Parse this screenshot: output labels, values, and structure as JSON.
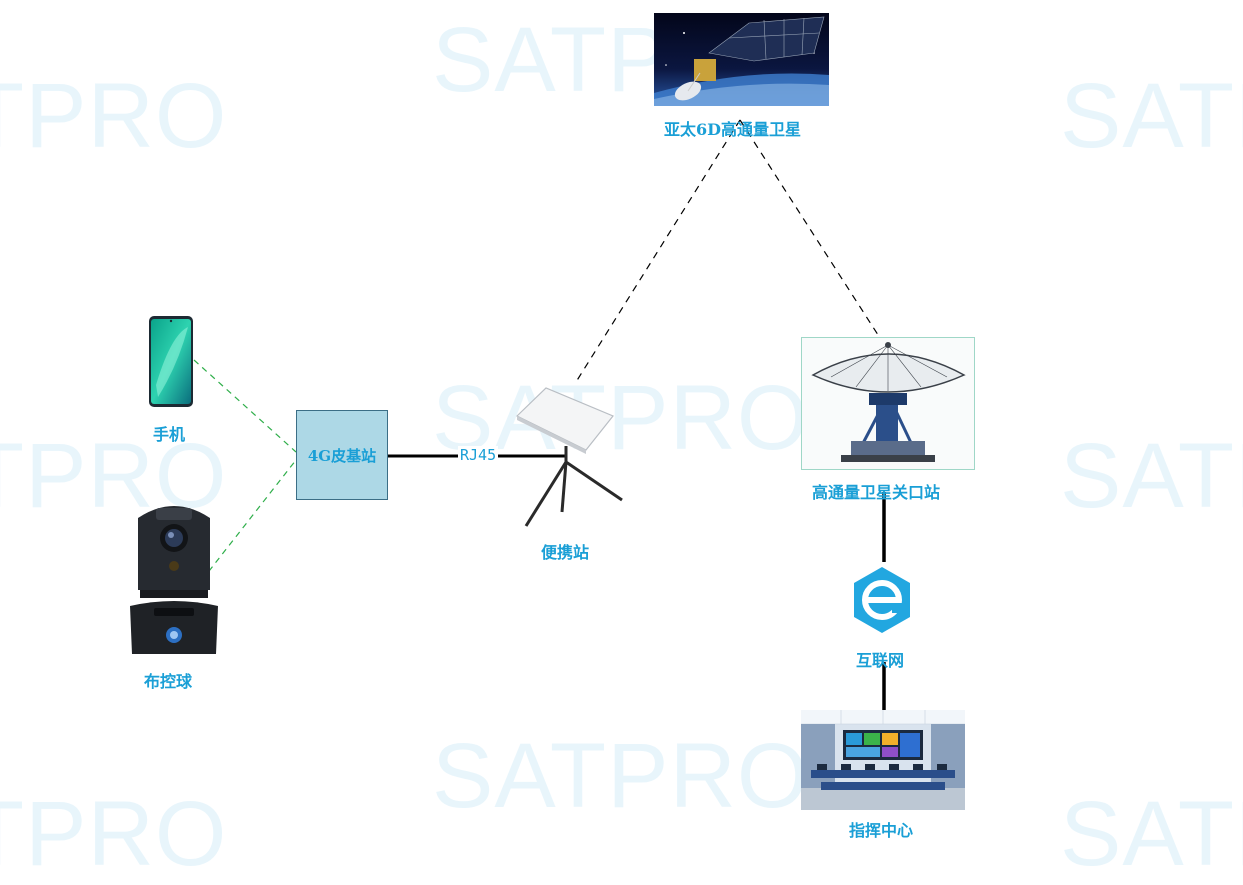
{
  "watermark": {
    "text": "SATPRO",
    "color": "#d6eef9"
  },
  "nodes": {
    "satellite": {
      "label": "亚太6D高通量卫星",
      "icon": "satellite-image"
    },
    "gateway": {
      "label": "高通量卫星关口站",
      "icon": "dish-antenna-image"
    },
    "internet": {
      "label": "互联网",
      "icon": "internet-e-icon"
    },
    "command_center": {
      "label": "指挥中心",
      "icon": "control-room-image"
    },
    "portable_station": {
      "label": "便携站",
      "icon": "flat-panel-terminal-image"
    },
    "base_station": {
      "label": "4G皮基站"
    },
    "phone": {
      "label": "手机",
      "icon": "smartphone-image"
    },
    "ptz_camera": {
      "label": "布控球",
      "icon": "ptz-camera-image"
    }
  },
  "links": {
    "rj45_label": "RJ45",
    "satellite_link_style": "dashed-black",
    "wireless_link_style": "dashed-green",
    "wired_link_style": "solid-black"
  },
  "colors": {
    "label": "#1a9fd6",
    "box_fill": "#add8e6",
    "wireless": "#2fae4a",
    "wire": "#000000"
  }
}
